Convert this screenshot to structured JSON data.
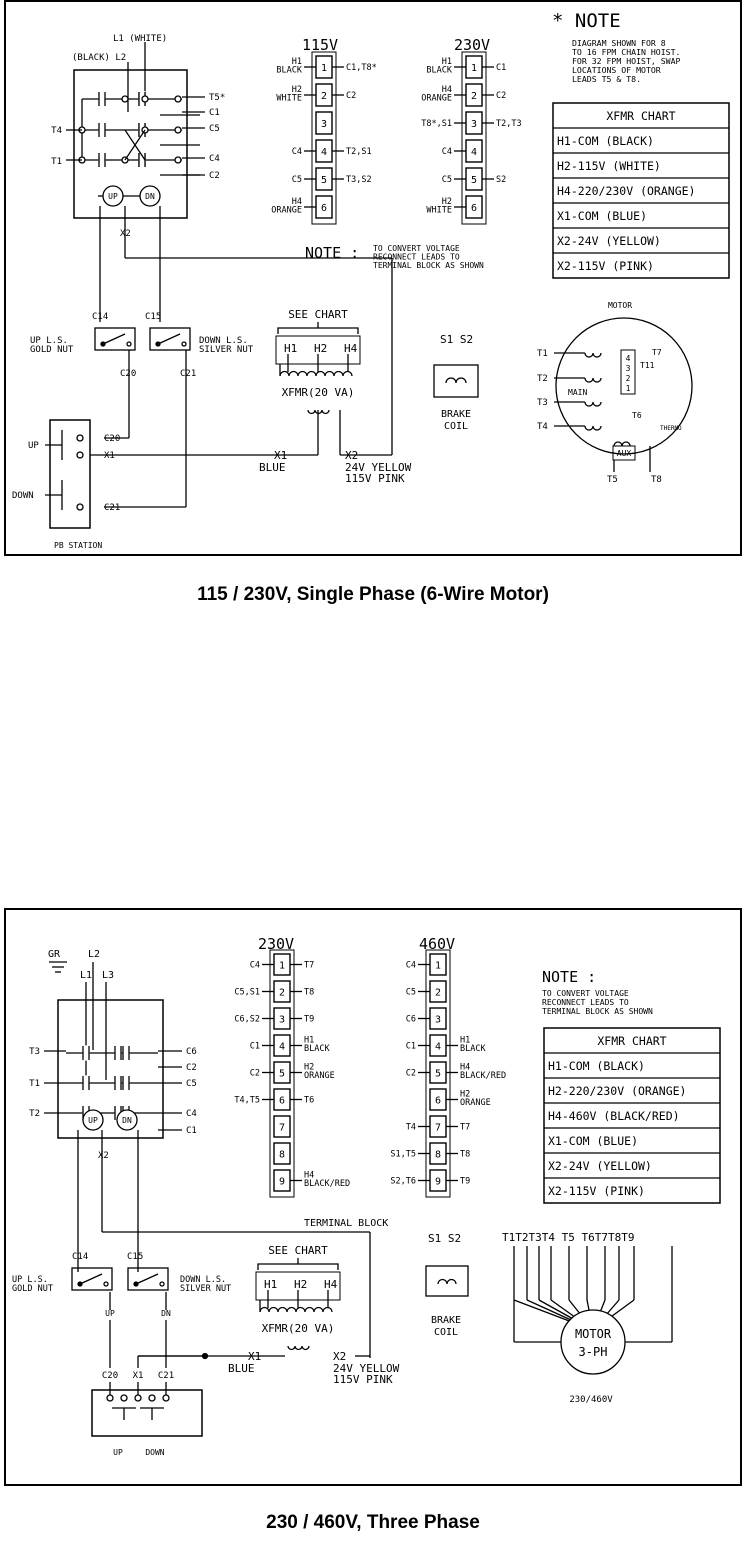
{
  "diagram1": {
    "caption": "115 / 230V, Single Phase (6-Wire Motor)",
    "supply": {
      "l1": "L1 (WHITE)",
      "l2": "(BLACK) L2"
    },
    "contactor": {
      "left_labels": [
        "T4",
        "T1"
      ],
      "right_labels": [
        "T5*",
        "C1",
        "C5",
        "C4",
        "C2"
      ],
      "up": "UP",
      "dn": "DN",
      "x2": "X2"
    },
    "tb115": {
      "title": "115V",
      "rows": [
        {
          "n": "1",
          "left": "H1\nBLACK",
          "right": "C1,T8*"
        },
        {
          "n": "2",
          "left": "H2\nWHITE",
          "right": "C2"
        },
        {
          "n": "3",
          "left": "",
          "right": ""
        },
        {
          "n": "4",
          "left": "C4",
          "right": "T2,S1"
        },
        {
          "n": "5",
          "left": "C5",
          "right": "T3,S2"
        },
        {
          "n": "6",
          "left": "H4\nORANGE",
          "right": ""
        }
      ]
    },
    "tb230": {
      "title": "230V",
      "rows": [
        {
          "n": "1",
          "left": "H1\nBLACK",
          "right": "C1"
        },
        {
          "n": "2",
          "left": "H4\nORANGE",
          "right": "C2"
        },
        {
          "n": "3",
          "left": "T8*,S1",
          "right": "T2,T3"
        },
        {
          "n": "4",
          "left": "C4",
          "right": ""
        },
        {
          "n": "5",
          "left": "C5",
          "right": "S2"
        },
        {
          "n": "6",
          "left": "H2\nWHITE",
          "right": ""
        }
      ]
    },
    "note_title": "* NOTE",
    "note_lines": [
      "DIAGRAM SHOWN FOR 8",
      "TO 16 FPM CHAIN HOIST.",
      "FOR 32 FPM HOIST, SWAP",
      "LOCATIONS OF MOTOR",
      "LEADS T5 & T8."
    ],
    "xfmr_chart": [
      "XFMR CHART",
      "H1-COM (BLACK)",
      "H2-115V (WHITE)",
      "H4-220/230V (ORANGE)",
      "X1-COM (BLUE)",
      "X2-24V (YELLOW)",
      "X2-115V (PINK)"
    ],
    "convert_note_title": "NOTE :",
    "convert_note_lines": [
      "TO CONVERT VOLTAGE",
      "RECONNECT LEADS TO",
      "TERMINAL BLOCK AS SHOWN"
    ],
    "see_chart": "SEE CHART",
    "xfmr_h": [
      "H1",
      "H2",
      "H4"
    ],
    "xfmr_label": "XFMR(20 VA)",
    "x1": "X1",
    "x1_color": "BLUE",
    "x2": "X2",
    "x2_colors": [
      "24V YELLOW",
      "115V PINK"
    ],
    "limit_up": {
      "code": "C14",
      "label": [
        "UP L.S.",
        "GOLD NUT"
      ],
      "out": "C20"
    },
    "limit_down": {
      "code": "C15",
      "label": [
        "DOWN L.S.",
        "SILVER NUT"
      ],
      "out": "C21"
    },
    "brake": {
      "terms": "S1 S2",
      "label": [
        "BRAKE",
        "COIL"
      ]
    },
    "motor": {
      "title": "MOTOR",
      "leads": [
        "T1",
        "T2",
        "T3",
        "T4",
        "T5",
        "T8",
        "T7",
        "T6"
      ],
      "main": "MAIN",
      "aux": "AUX",
      "internal": [
        "4",
        "3",
        "2",
        "1",
        "T11"
      ],
      "therm": "THERMO"
    },
    "pb": {
      "up": "UP",
      "down": "DOWN",
      "x1": "X1",
      "c20": "C20",
      "c21": "C21",
      "title": "PB STATION"
    }
  },
  "diagram2": {
    "caption": "230 / 460V, Three Phase",
    "supply": {
      "gr": "GR",
      "l1": "L1",
      "l2": "L2",
      "l3": "L3"
    },
    "contactor": {
      "left_labels": [
        "T3",
        "T1",
        "T2"
      ],
      "right_labels": [
        "C6",
        "C2",
        "C5",
        "C4",
        "C1"
      ],
      "up": "UP",
      "dn": "DN",
      "x2": "X2"
    },
    "tb230": {
      "title": "230V",
      "rows": [
        {
          "n": "1",
          "left": "C4",
          "right": "T7"
        },
        {
          "n": "2",
          "left": "C5,S1",
          "right": "T8"
        },
        {
          "n": "3",
          "left": "C6,S2",
          "right": "T9"
        },
        {
          "n": "4",
          "left": "C1",
          "right": "H1\nBLACK"
        },
        {
          "n": "5",
          "left": "C2",
          "right": "H2\nORANGE"
        },
        {
          "n": "6",
          "left": "T4,T5",
          "right": "T6"
        },
        {
          "n": "7",
          "left": "",
          "right": ""
        },
        {
          "n": "8",
          "left": "",
          "right": ""
        },
        {
          "n": "9",
          "left": "",
          "right": "H4\nBLACK/RED"
        }
      ]
    },
    "tb460": {
      "title": "460V",
      "rows": [
        {
          "n": "1",
          "left": "C4",
          "right": ""
        },
        {
          "n": "2",
          "left": "C5",
          "right": ""
        },
        {
          "n": "3",
          "left": "C6",
          "right": ""
        },
        {
          "n": "4",
          "left": "C1",
          "right": "H1\nBLACK"
        },
        {
          "n": "5",
          "left": "C2",
          "right": "H4\nBLACK/RED"
        },
        {
          "n": "6",
          "left": "",
          "right": "H2\nORANGE"
        },
        {
          "n": "7",
          "left": "T4",
          "right": "T7"
        },
        {
          "n": "8",
          "left": "S1,T5",
          "right": "T8"
        },
        {
          "n": "9",
          "left": "S2,T6",
          "right": "T9"
        }
      ]
    },
    "convert_note_title": "NOTE :",
    "convert_note_lines": [
      "TO CONVERT VOLTAGE",
      "RECONNECT LEADS TO",
      "TERMINAL BLOCK AS SHOWN"
    ],
    "xfmr_chart": [
      "XFMR CHART",
      "H1-COM (BLACK)",
      "H2-220/230V (ORANGE)",
      "H4-460V (BLACK/RED)",
      "X1-COM (BLUE)",
      "X2-24V (YELLOW)",
      "X2-115V (PINK)"
    ],
    "terminal_block": "TERMINAL BLOCK",
    "see_chart": "SEE CHART",
    "xfmr_h": [
      "H1",
      "H2",
      "H4"
    ],
    "xfmr_label": "XFMR(20 VA)",
    "x1": "X1",
    "x1_color": "BLUE",
    "x2": "X2",
    "x2_colors": [
      "24V YELLOW",
      "115V PINK"
    ],
    "limit_up": {
      "code": "C14",
      "label": [
        "UP L.S.",
        "GOLD NUT"
      ],
      "out": "UP"
    },
    "limit_down": {
      "code": "C15",
      "label": [
        "DOWN L.S.",
        "SILVER NUT"
      ],
      "out": "DN"
    },
    "brake": {
      "terms": "S1 S2",
      "label": [
        "BRAKE",
        "COIL"
      ]
    },
    "motor": {
      "leads": "T1T2T3T4 T5 T6T7T8T9",
      "name": [
        "MOTOR",
        "3-PH"
      ],
      "voltage": "230/460V"
    },
    "pb": {
      "c20": "C20",
      "x1": "X1",
      "c21": "C21",
      "up": "UP",
      "down": "DOWN"
    }
  }
}
